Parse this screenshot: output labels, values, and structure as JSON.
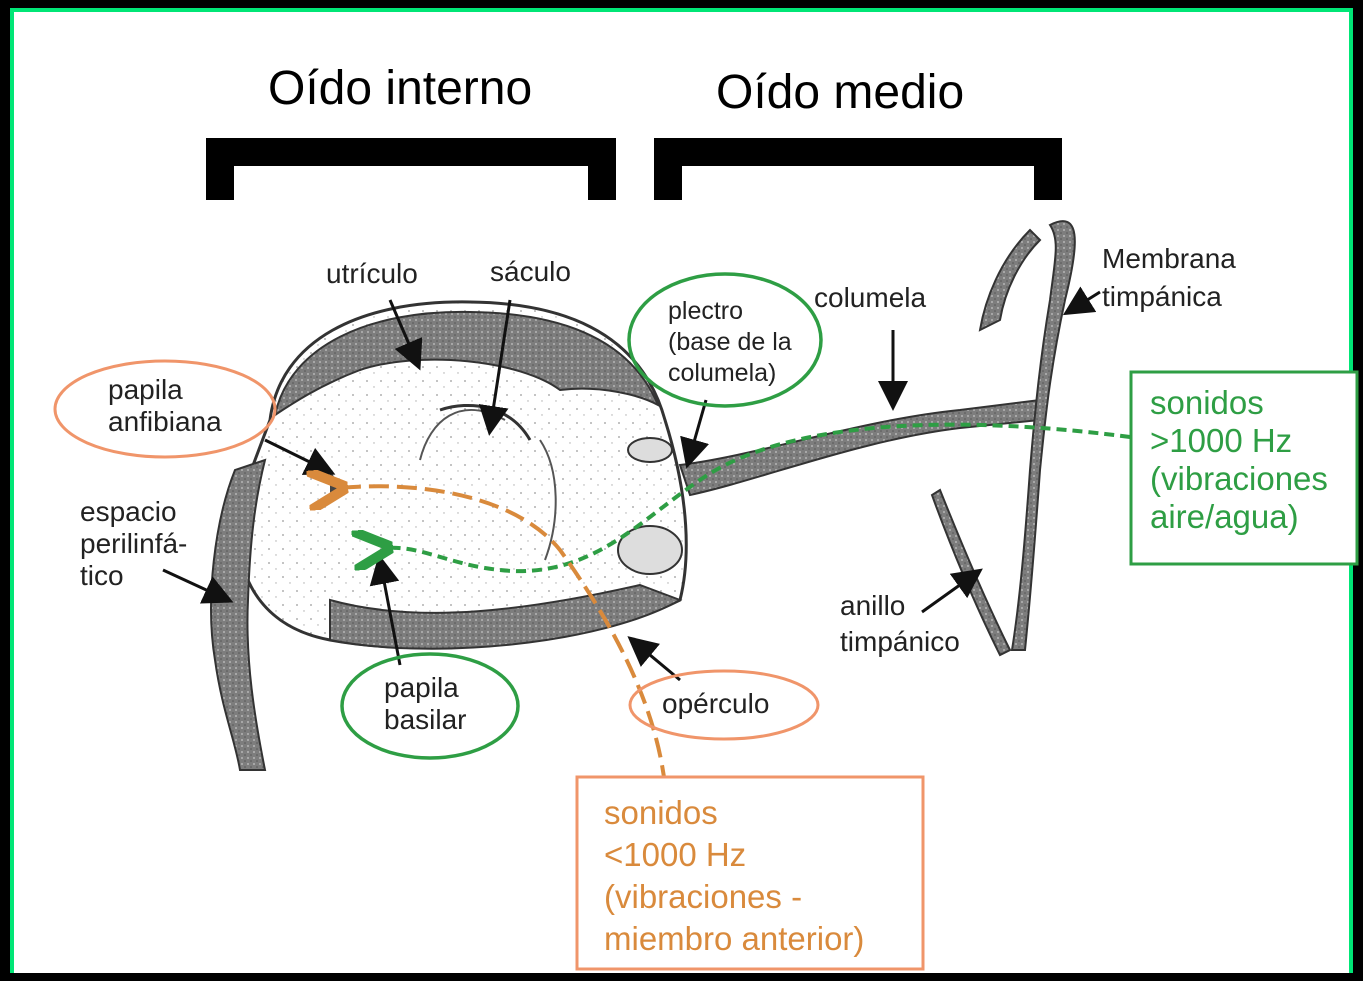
{
  "header": {
    "inner_ear": "Oído interno",
    "middle_ear": "Oído medio"
  },
  "labels": {
    "utriculo": "utrículo",
    "saculo": "sáculo",
    "columela": "columela",
    "membrana_line1": "Membrana",
    "membrana_line2": "timpánica",
    "papila_anfibiana_line1": "papila",
    "papila_anfibiana_line2": "anfibiana",
    "espacio_line1": "espacio",
    "espacio_line2": "perilinfá-",
    "espacio_line3": "tico",
    "plectro_line1": "plectro",
    "plectro_line2": "(base de la",
    "plectro_line3": "columela)",
    "papila_basilar_line1": "papila",
    "papila_basilar_line2": "basilar",
    "operculo": "opérculo",
    "anillo_line1": "anillo",
    "anillo_line2": "timpánico"
  },
  "boxes": {
    "high": [
      "sonidos",
      ">1000 Hz",
      "(vibraciones",
      "aire/agua)"
    ],
    "low": [
      "sonidos",
      "<1000 Hz",
      "(vibraciones -",
      "miembro anterior)"
    ]
  },
  "colors": {
    "green": "#2e9e44",
    "orange": "#f0956a",
    "orange_text": "#d98a3c",
    "frame": "#00e676"
  }
}
